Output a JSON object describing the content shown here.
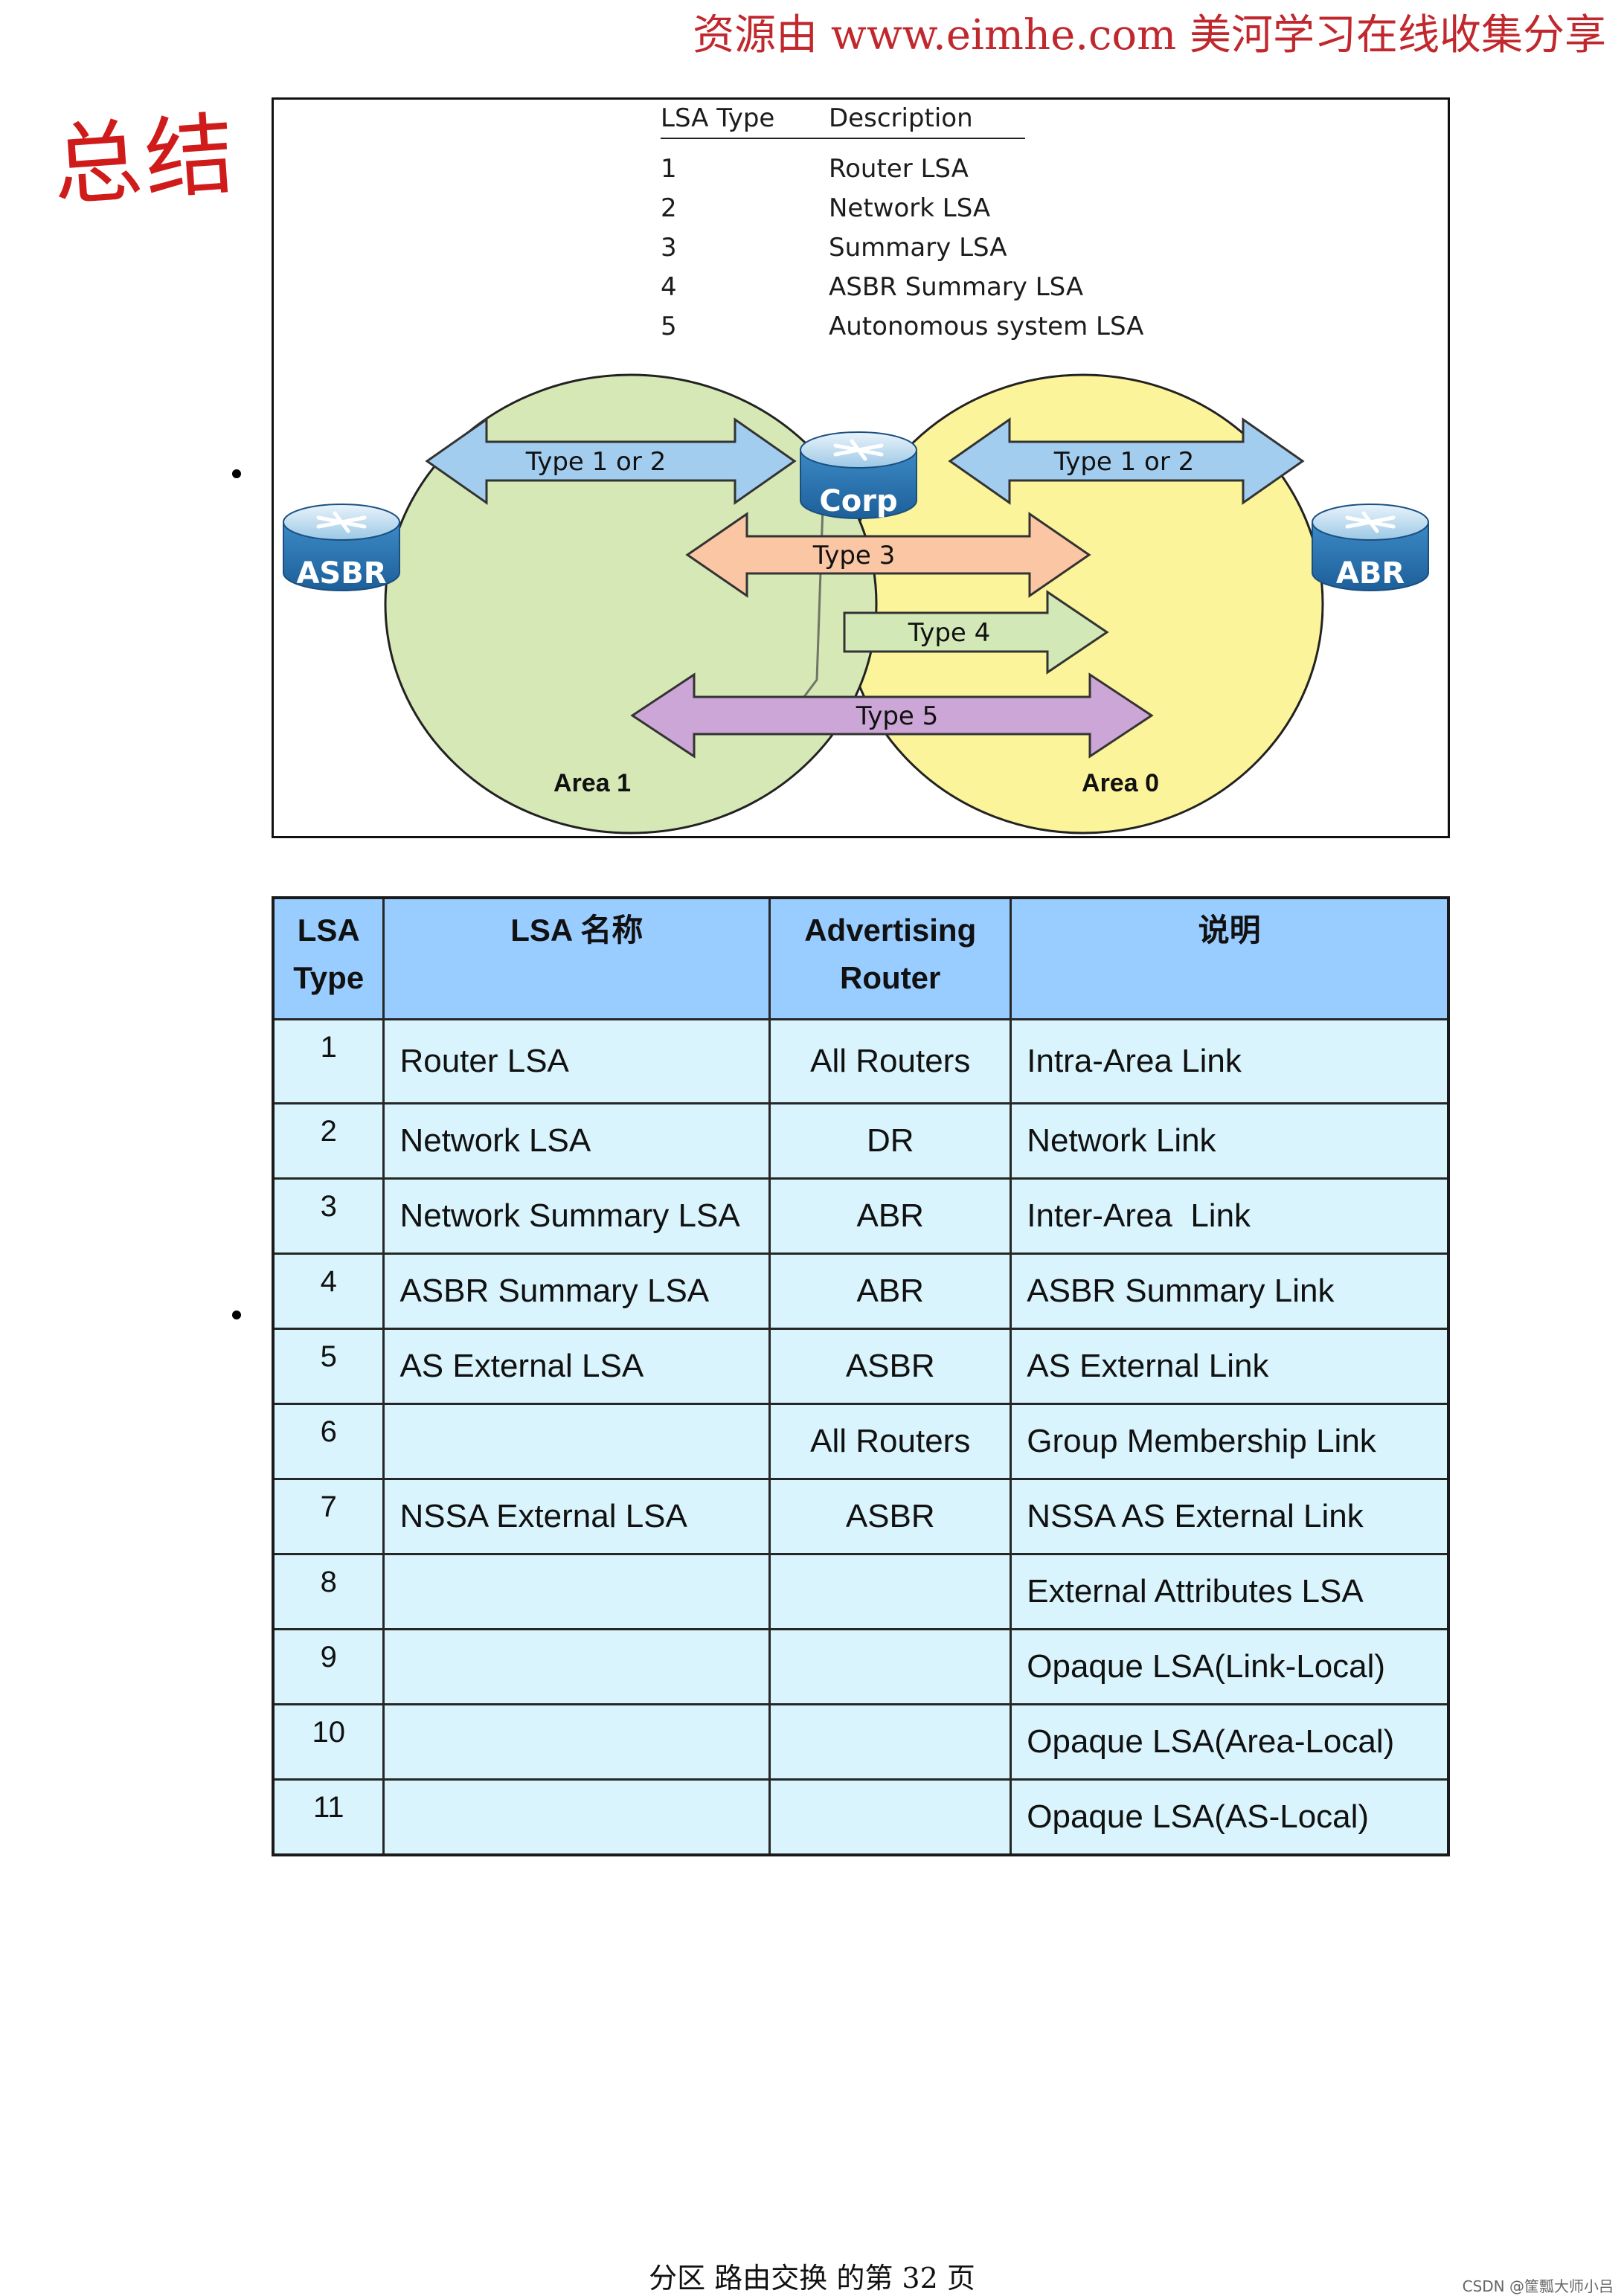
{
  "header_note": "资源由 www.eimhe.com 美河学习在线收集分享",
  "summary_title": "总结",
  "figure": {
    "legend_headers": [
      "LSA Type",
      "Description"
    ],
    "legend_rows": [
      {
        "type": "1",
        "desc": "Router LSA"
      },
      {
        "type": "2",
        "desc": "Network LSA"
      },
      {
        "type": "3",
        "desc": "Summary LSA"
      },
      {
        "type": "4",
        "desc": "ASBR Summary LSA"
      },
      {
        "type": "5",
        "desc": "Autonomous system LSA"
      }
    ],
    "routers": {
      "asbr": "ASBR",
      "corp": "Corp",
      "abr": "ABR"
    },
    "arrows": {
      "area1_type12": "Type 1 or 2",
      "area0_type12": "Type 1 or 2",
      "type3": "Type 3",
      "type4": "Type 4",
      "type5": "Type 5"
    },
    "areas": {
      "area1": "Area 1",
      "area0": "Area 0"
    },
    "colors": {
      "area1_fill": "#d6e8b6",
      "area0_fill": "#fbf49a",
      "type12_arrow": "#a3cdef",
      "type3_arrow": "#fac6a4",
      "type4_arrow": "#d3e8b7",
      "type5_arrow": "#cba6d6",
      "router_blue": "#4a98d0"
    }
  },
  "table": {
    "headers": {
      "type": "LSA Type",
      "name": "LSA 名称",
      "router": "Advertising Router",
      "desc": "说明"
    },
    "rows": [
      {
        "type": "1",
        "name": "Router LSA",
        "router": "All Routers",
        "desc": "Intra-Area Link"
      },
      {
        "type": "2",
        "name": "Network LSA",
        "router": "DR",
        "desc": "Network Link"
      },
      {
        "type": "3",
        "name": "Network Summary LSA",
        "router": "ABR",
        "desc": "Inter-Area  Link"
      },
      {
        "type": "4",
        "name": "ASBR Summary LSA",
        "router": "ABR",
        "desc": "ASBR Summary Link"
      },
      {
        "type": "5",
        "name": "AS External LSA",
        "router": "ASBR",
        "desc": "AS External Link"
      },
      {
        "type": "6",
        "name": "",
        "router": "All Routers",
        "desc": "Group Membership Link"
      },
      {
        "type": "7",
        "name": "NSSA External LSA",
        "router": "ASBR",
        "desc": "NSSA AS External Link"
      },
      {
        "type": "8",
        "name": "",
        "router": "",
        "desc": "External Attributes LSA"
      },
      {
        "type": "9",
        "name": "",
        "router": "",
        "desc": "Opaque LSA(Link-Local)"
      },
      {
        "type": "10",
        "name": "",
        "router": "",
        "desc": "Opaque LSA(Area-Local)"
      },
      {
        "type": "11",
        "name": "",
        "router": "",
        "desc": "Opaque LSA(AS-Local)"
      }
    ]
  },
  "footer": "分区 路由交换 的第 32 页",
  "watermark": "CSDN @筐瓢大师小吕"
}
